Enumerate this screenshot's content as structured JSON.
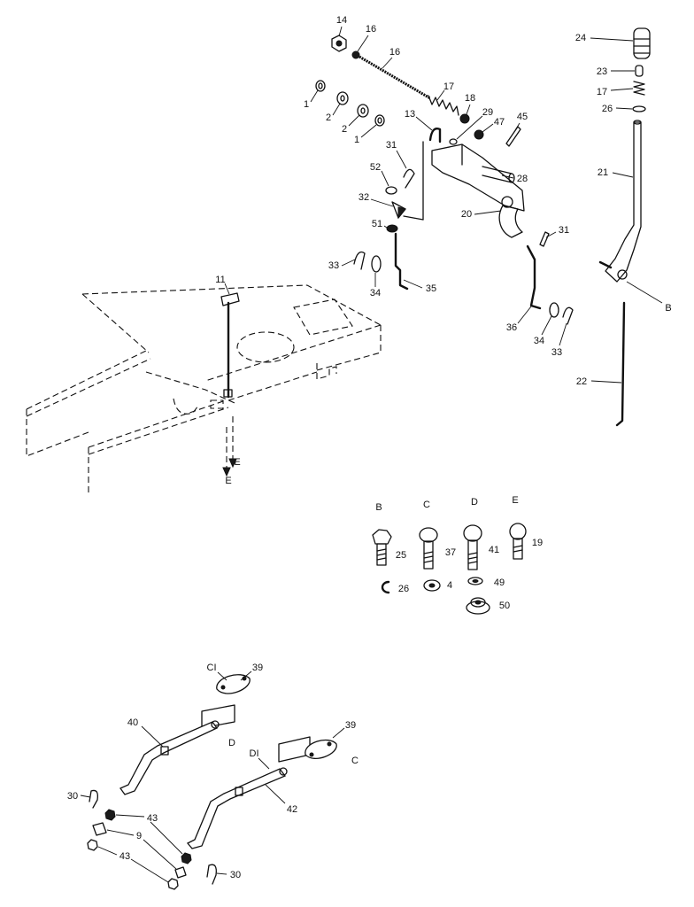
{
  "upper_assembly": {
    "callouts": [
      "14",
      "16",
      "16",
      "17",
      "18",
      "1",
      "2",
      "2",
      "1",
      "13",
      "29",
      "47",
      "45",
      "31",
      "52",
      "28",
      "32",
      "20",
      "51",
      "31",
      "33",
      "34",
      "35",
      "36",
      "34",
      "33"
    ]
  },
  "shift_lever": {
    "callouts": [
      "24",
      "23",
      "17",
      "26",
      "21",
      "B",
      "22"
    ]
  },
  "frame": {
    "callouts": [
      "11",
      "E",
      "E"
    ]
  },
  "hardware_key": {
    "letters": [
      "B",
      "C",
      "D",
      "E"
    ],
    "bolts": [
      "25",
      "37",
      "41",
      "19"
    ],
    "fasteners": [
      "26",
      "4",
      "49",
      "50"
    ]
  },
  "lift_arms": {
    "callouts": [
      "CI",
      "39",
      "40",
      "D",
      "DI",
      "39",
      "C",
      "42",
      "30",
      "43",
      "9",
      "43",
      "30"
    ]
  }
}
